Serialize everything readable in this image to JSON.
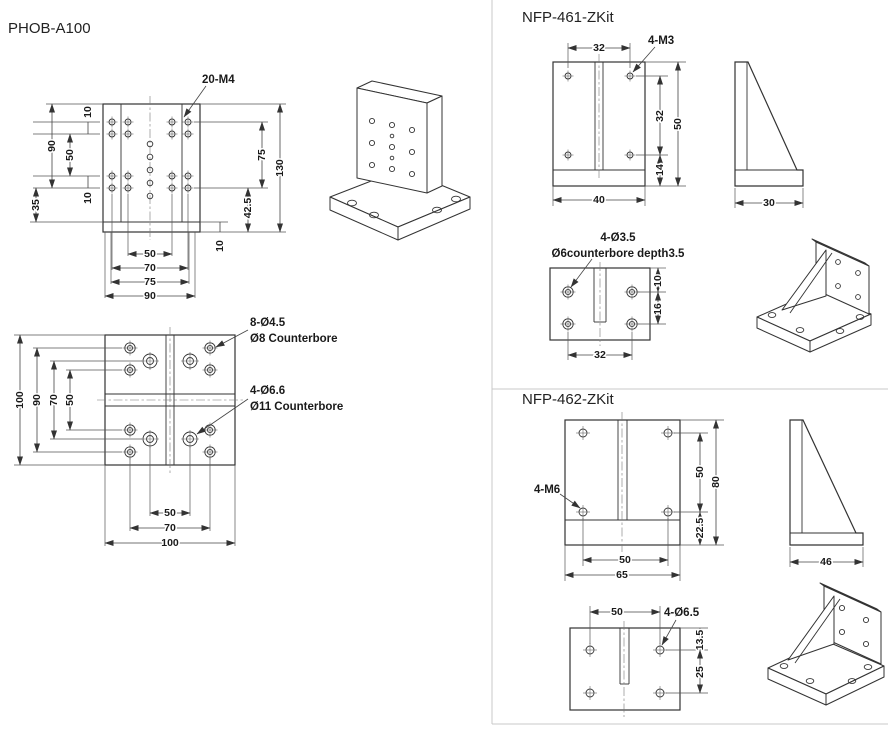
{
  "sheet": {
    "background": "#ffffff",
    "line_color": "#333333",
    "divider_color": "#c9c9c9"
  },
  "phob": {
    "title": "PHOB-A100",
    "front": {
      "hole_label": "20-M4",
      "dim_top_offset": "10",
      "dim_90": "90",
      "dim_50": "50",
      "dim_bottom_offset": "10",
      "dim_35": "35",
      "dim_75": "75",
      "dim_130": "130",
      "dim_42_5": "42.5",
      "dim_base_thk": "10",
      "dim_w50": "50",
      "dim_w70": "70",
      "dim_w75": "75",
      "dim_w90": "90"
    },
    "top": {
      "dim_100": "100",
      "dim_90": "90",
      "dim_70": "70",
      "dim_50": "50",
      "dim_w50": "50",
      "dim_w70": "70",
      "dim_w100": "100",
      "callout_8holes_line1": "8-Ø4.5",
      "callout_8holes_line2": "Ø8 Counterbore",
      "callout_4holes_line1": "4-Ø6.6",
      "callout_4holes_line2": "Ø11 Counterbore"
    }
  },
  "nfp461": {
    "title": "NFP-461-ZKit",
    "front": {
      "dim_32_top": "32",
      "hole_label": "4-M3",
      "dim_32": "32",
      "dim_50": "50",
      "dim_14": "14",
      "dim_40": "40"
    },
    "side": {
      "dim_30": "30"
    },
    "cbore": {
      "callout_line1": "4-Ø3.5",
      "callout_line2": "Ø6counterbore depth3.5",
      "dim_10": "10",
      "dim_16": "16",
      "dim_32": "32"
    }
  },
  "nfp462": {
    "title": "NFP-462-ZKit",
    "front": {
      "hole_label": "4-M6",
      "dim_50": "50",
      "dim_80": "80",
      "dim_22_5": "22.5",
      "dim_w50": "50",
      "dim_w65": "65"
    },
    "side": {
      "dim_46": "46"
    },
    "bottom": {
      "dim_50": "50",
      "hole_label": "4-Ø6.5",
      "dim_13_5": "13.5",
      "dim_25": "25"
    }
  }
}
